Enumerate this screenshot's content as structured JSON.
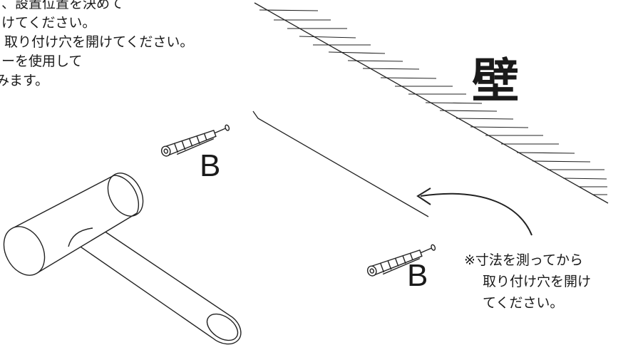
{
  "instructions": [
    "、設置位置を決めて",
    "けてください。",
    "取り付け穴を開けてください。",
    "ーを使用して",
    "みます。"
  ],
  "wall_label": "壁",
  "anchor_labels": [
    "B",
    "B"
  ],
  "note": [
    "※寸法を測ってから",
    "取り付け穴を開け",
    "てください。"
  ]
}
